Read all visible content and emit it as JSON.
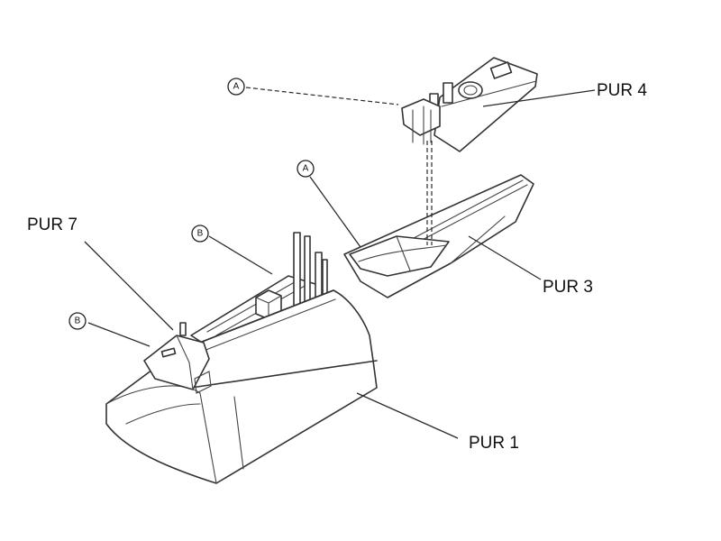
{
  "labels": {
    "pur4": "PUR 4",
    "pur3": "PUR 3",
    "pur1": "PUR 1",
    "pur7": "PUR 7"
  },
  "markers": {
    "a_top": "A",
    "a_mid": "A",
    "b_top": "B",
    "b_left": "B"
  }
}
